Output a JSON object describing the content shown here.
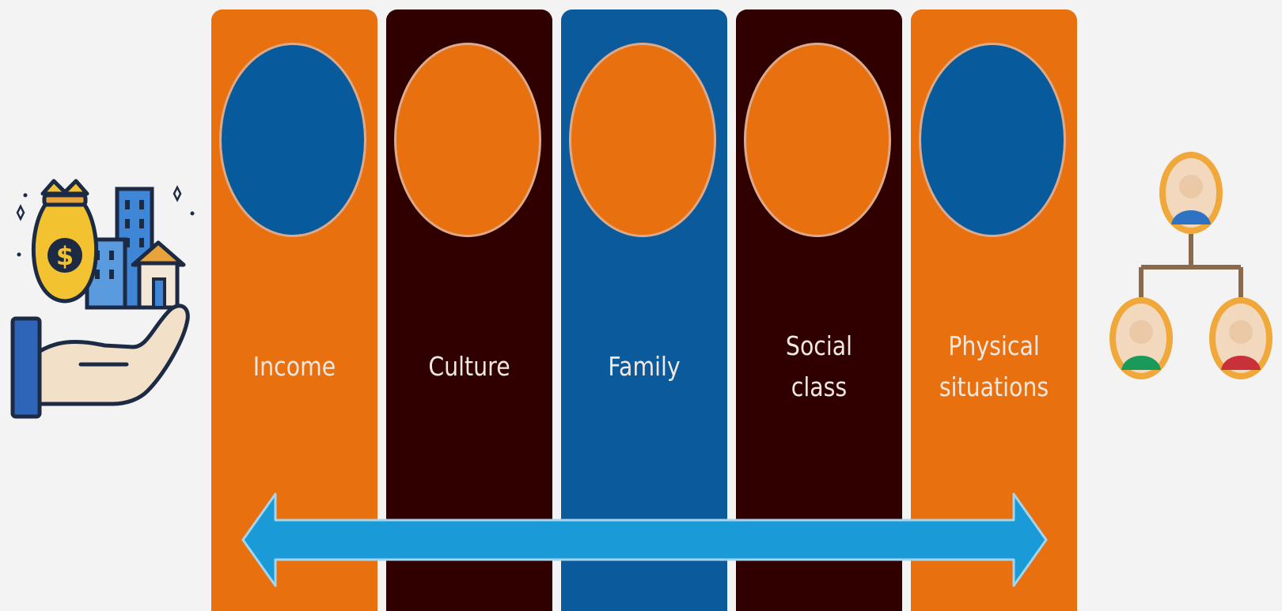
{
  "diagram": {
    "columns": [
      {
        "lines": [
          "Income"
        ],
        "column_color": "#e8700f",
        "circle_color": "#075a9c"
      },
      {
        "lines": [
          "Culture"
        ],
        "column_color": "#300000",
        "circle_color": "#e8700f"
      },
      {
        "lines": [
          "Family"
        ],
        "column_color": "#0a5a9c",
        "circle_color": "#e8700f"
      },
      {
        "lines": [
          "Social",
          "class"
        ],
        "column_color": "#300000",
        "circle_color": "#e8700f"
      },
      {
        "lines": [
          "Physical",
          "situations"
        ],
        "column_color": "#e8700f",
        "circle_color": "#075a9c"
      }
    ],
    "arrow": {
      "color": "#1a9ad6",
      "edge_color": "#a5d4ee",
      "direction": "bidirectional"
    },
    "icons": {
      "left": "money-hand-icon",
      "right": "family-tree-icon"
    }
  }
}
